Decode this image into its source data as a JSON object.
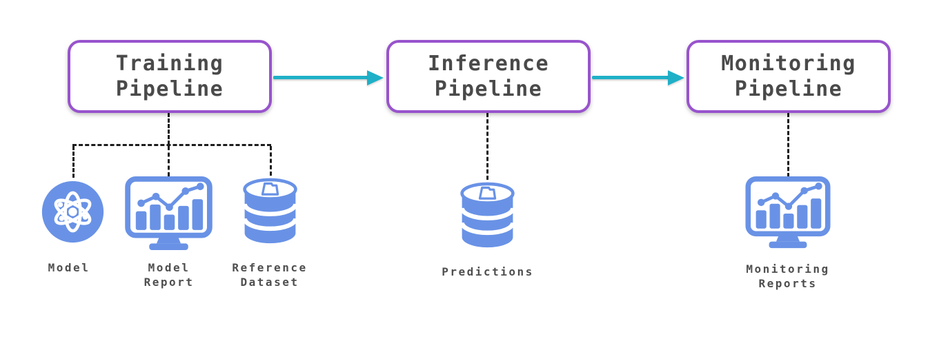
{
  "diagram": {
    "colors": {
      "node_border": "#9853cd",
      "arrow": "#1fb0c7",
      "icon_blue": "#6992e6",
      "title_text": "#4a4a4a",
      "label_text": "#4f4f4f",
      "connector": "#1c1c1c"
    },
    "nodes": [
      {
        "id": "training-pipeline",
        "label_line1": "Training",
        "label_line2": "Pipeline"
      },
      {
        "id": "inference-pipeline",
        "label_line1": "Inference",
        "label_line2": "Pipeline"
      },
      {
        "id": "monitoring-pipeline",
        "label_line1": "Monitoring",
        "label_line2": "Pipeline"
      }
    ],
    "artifacts": [
      {
        "id": "model",
        "icon": "atom-icon",
        "label_line1": "Model",
        "label_line2": ""
      },
      {
        "id": "model-report",
        "icon": "chart-monitor-icon",
        "label_line1": "Model",
        "label_line2": "Report"
      },
      {
        "id": "reference-dataset",
        "icon": "database-icon",
        "label_line1": "Reference",
        "label_line2": "Dataset"
      },
      {
        "id": "predictions",
        "icon": "database-icon",
        "label_line1": "Predictions",
        "label_line2": ""
      },
      {
        "id": "monitoring-reports",
        "icon": "chart-monitor-icon",
        "label_line1": "Monitoring",
        "label_line2": "Reports"
      }
    ]
  }
}
